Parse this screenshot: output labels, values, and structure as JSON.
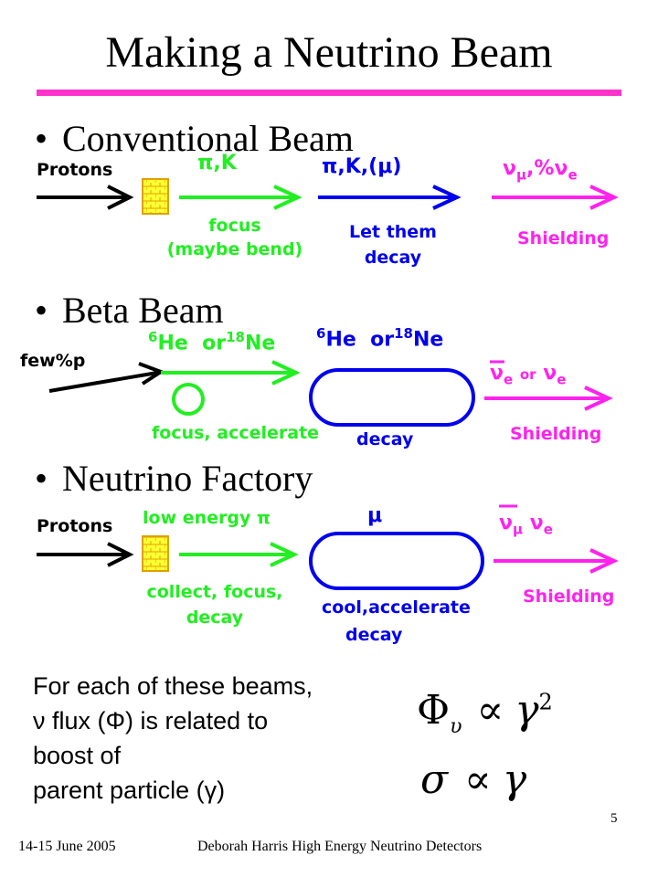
{
  "title": "Making a Neutrino Beam",
  "bullets": {
    "conventional": "Conventional Beam",
    "beta": "Beta Beam",
    "factory": "Neutrino Factory"
  },
  "conventional": {
    "protons": "Protons",
    "pik": "π,K",
    "focus": "focus",
    "maybe_bend": "(maybe bend)",
    "pik_mu": "π,K,(μ)",
    "let_them": "Let them",
    "decay": "decay",
    "numu": "ν",
    "numu_sub": "μ",
    "pct_nue": ",%ν",
    "nue_sub": "e",
    "shielding": "Shielding"
  },
  "beta": {
    "fewp": "few%p",
    "he_sup": "6",
    "he": "He  or",
    "ne_sup": "18",
    "ne": "Ne",
    "he_sup2": "6",
    "he2": "He  or",
    "ne_sup2": "18",
    "ne2": "Ne",
    "focus_acc": "focus, accelerate",
    "decay": "decay",
    "nue_bar": "ν",
    "nue_bar_sub": "e",
    "or": "or",
    "nue": "ν",
    "nue_sub": "e",
    "shielding": "Shielding"
  },
  "factory": {
    "protons": "Protons",
    "low_energy": "low energy π",
    "collect": "collect, focus,",
    "decay1": "decay",
    "mu": "μ",
    "cool": "cool,accelerate",
    "decay2": "decay",
    "numu_bar": "ν",
    "numu_sub": "μ",
    "nue": "ν",
    "nue_sub": "e",
    "shielding": "Shielding"
  },
  "text": {
    "line1": "For each of these beams,",
    "line2": "ν flux (Φ) is related to",
    "line3": "boost of",
    "line4": "parent particle (γ)"
  },
  "formula": {
    "phi": "Φ",
    "phi_sub": "υ",
    "prop1": "∝",
    "gamma1": "γ",
    "sq": "2",
    "sigma": "σ",
    "prop2": "∝",
    "gamma2": "γ"
  },
  "footer": {
    "date": "14-15 June 2005",
    "author": "Deborah Harris  High Energy Neutrino Detectors",
    "page": "5"
  },
  "colors": {
    "rule": "#ff33cc",
    "green": "#22ee22",
    "blue": "#0000ee",
    "magenta": "#ff22ee",
    "target": "#ffff33"
  }
}
